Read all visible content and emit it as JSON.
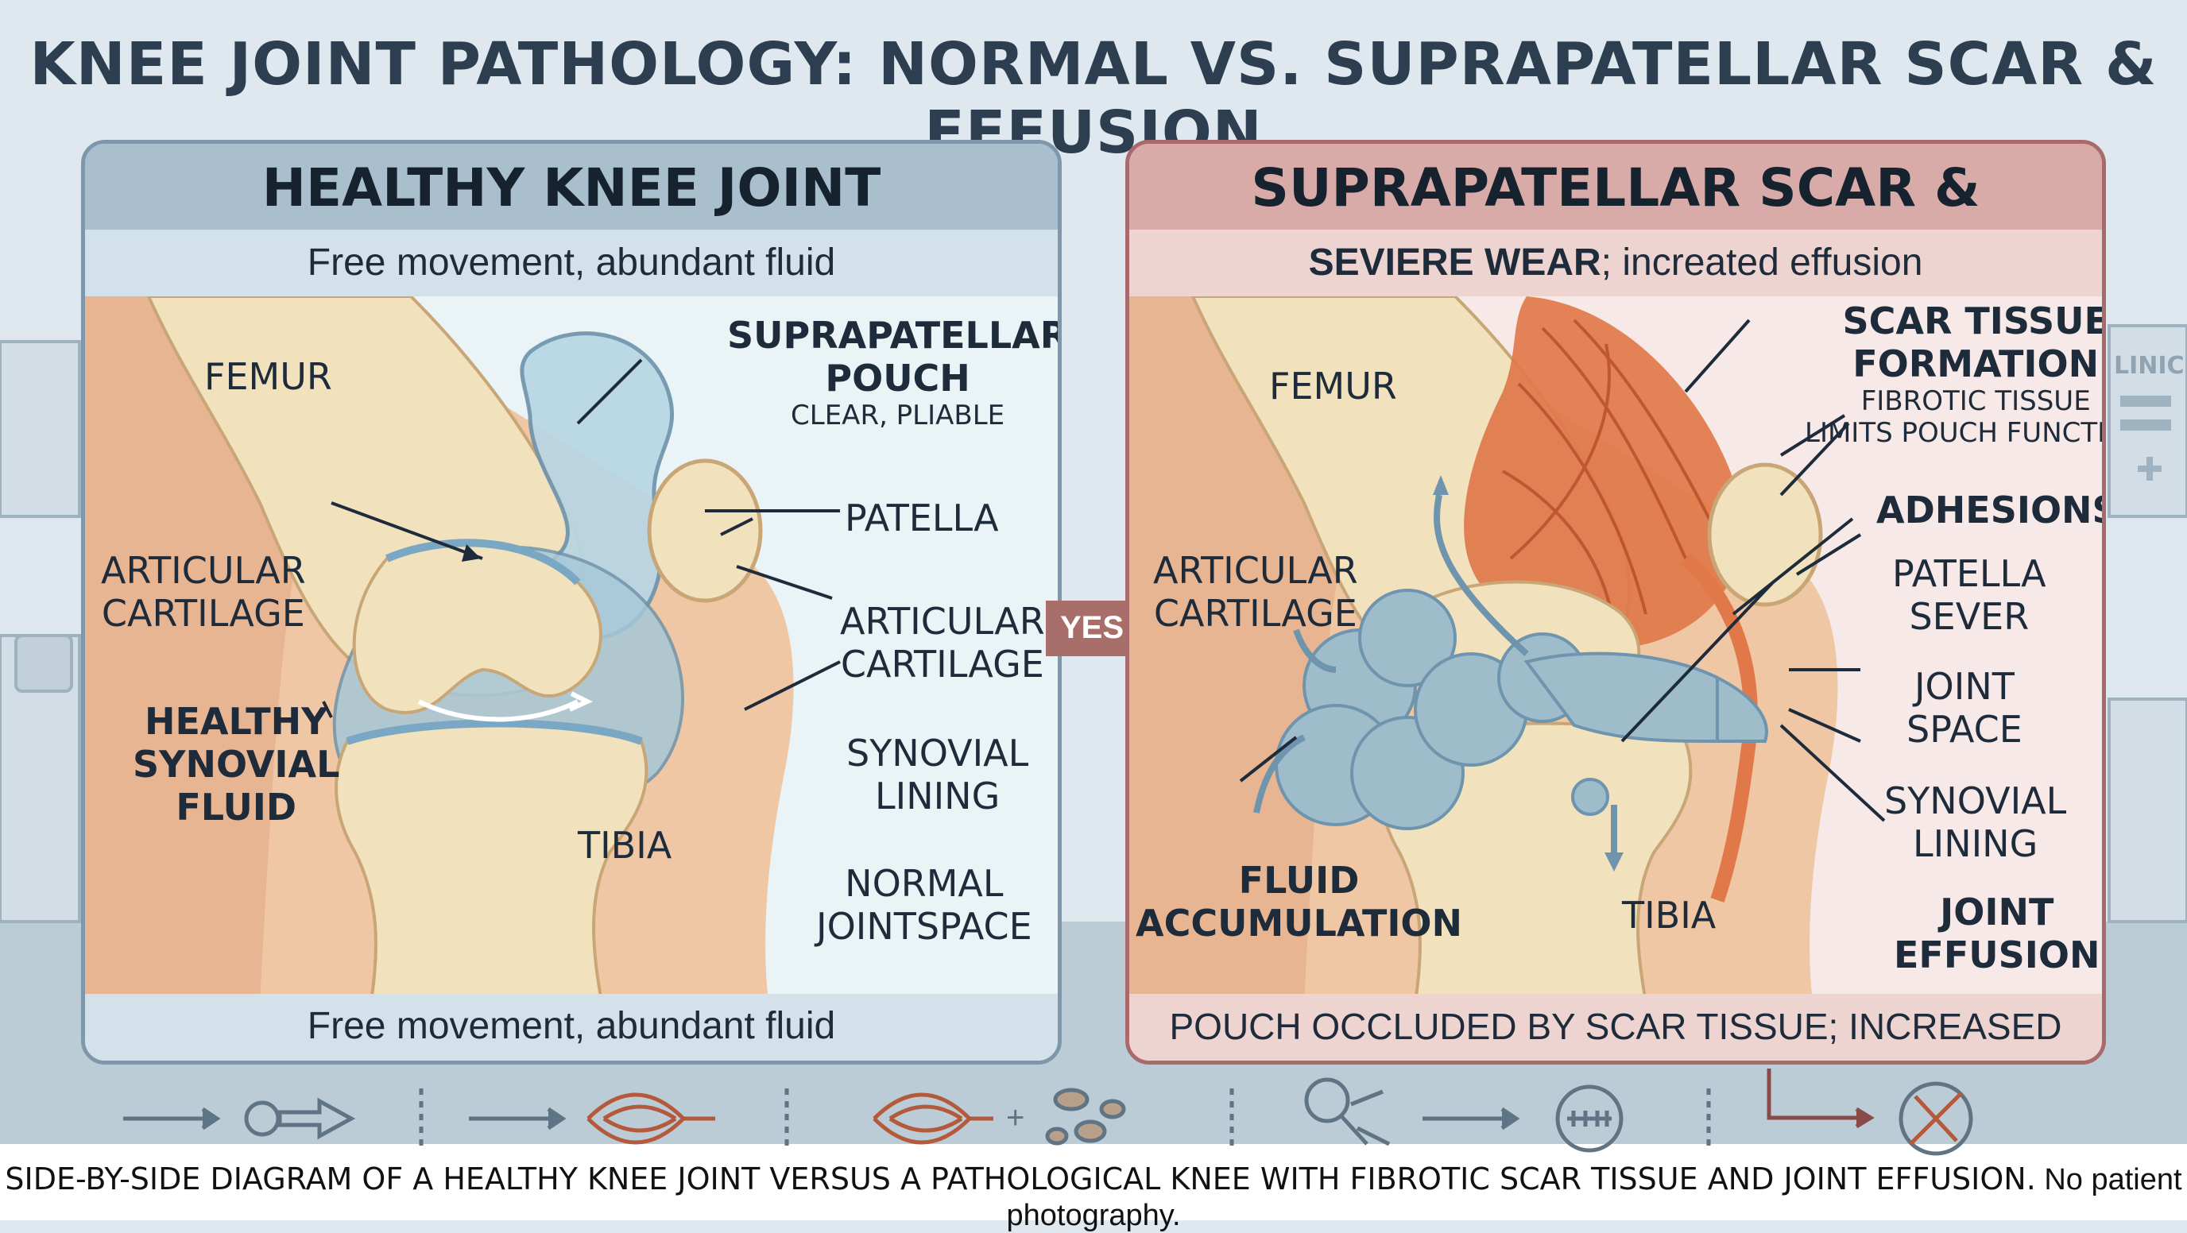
{
  "title": "KNEE JOINT PATHOLOGY: NORMAL VS. SUPRAPATELLAR SCAR & EFFUSION",
  "left_panel": {
    "heading": "HEALTHY KNEE JOINT",
    "subtitle": "Free movement, abundant fluid",
    "footer": "Free movement, abundant fluid",
    "labels": {
      "femur": "FEMUR",
      "pouch_line1": "SUPRAPATELLAR",
      "pouch_line2": "POUCH",
      "pouch_note": "CLEAR, PLIABLE",
      "patella": "PATELLA",
      "cartilage_left_1": "ARTICULAR",
      "cartilage_left_2": "CARTILAGE",
      "cartilage_right_1": "ARTICULAR",
      "cartilage_right_2": "CARTILAGE",
      "fluid_1": "HEALTHY",
      "fluid_2": "SYNOVIAL",
      "fluid_3": "FLUID",
      "synovial_1": "SYNOVIAL",
      "synovial_2": "LINING",
      "tibia": "TIBIA",
      "jointspace_1": "NORMAL",
      "jointspace_2": "JOINTSPACE"
    }
  },
  "connector_label": "YES",
  "right_panel": {
    "heading": "SUPRAPATELLAR SCAR & EFFUSION",
    "subtitle_bold": "SEVIERE WEAR",
    "subtitle_rest": "; increated effusion",
    "footer": "POUCH OCCLUDED BY SCAR TISSUE; INCREASED EFFUSION",
    "labels": {
      "femur": "FEMUR",
      "scar_1": "SCAR TISSUE",
      "scar_2": "FORMATION",
      "scar_note_1": "FIBROTIC TISSUE",
      "scar_note_2": "LIMITS POUCH FUNCTION",
      "adhesions": "ADHESIONS",
      "patella_1": "PATELLA",
      "patella_2": "SEVER",
      "cartilage_1": "ARTICULAR",
      "cartilage_2": "CARTILAGE",
      "jointspace_1": "JOINT",
      "jointspace_2": "SPACE",
      "synovial_1": "SYNOVIAL",
      "synovial_2": "LINING",
      "fluid_1": "FLUID",
      "fluid_2": "ACCUMULATION",
      "tibia": "TIBIA",
      "effusion_1": "JOINT",
      "effusion_2": "EFFUSION"
    }
  },
  "background_sign": "LINIC",
  "caption_main": "SIDE-BY-SIDE DIAGRAM OF A HEALTHY KNEE JOINT VERSUS A PATHOLOGICAL KNEE WITH FIBROTIC SCAR TISSUE AND JOINT EFFUSION.",
  "caption_note": " No patient photography.",
  "colors": {
    "healthy_border": "#7f97aa",
    "pathology_border": "#a86a6a",
    "bone": "#f1e2bd",
    "scar": "#e0784a",
    "fluid": "#9fbccb"
  },
  "icons": [
    "arrow-right-icon",
    "circle-arrow-icon",
    "vessel-icon",
    "vessel-icon",
    "particles-icon",
    "magnifier-icon",
    "scar-circle-icon",
    "no-scar-icon"
  ]
}
